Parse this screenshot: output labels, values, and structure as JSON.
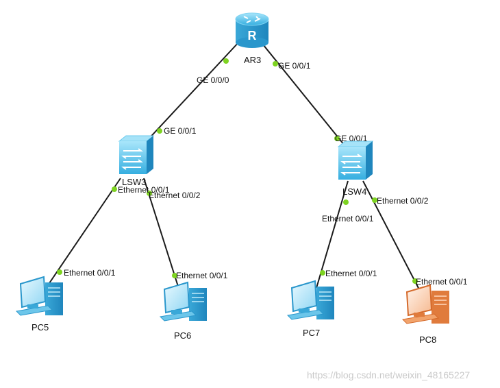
{
  "devices": {
    "ar3": {
      "label": "AR3",
      "kind": "router"
    },
    "lsw3": {
      "label": "LSW3",
      "kind": "switch"
    },
    "lsw4": {
      "label": "LSW4",
      "kind": "switch"
    },
    "pc5": {
      "label": "PC5",
      "kind": "pc"
    },
    "pc6": {
      "label": "PC6",
      "kind": "pc"
    },
    "pc7": {
      "label": "PC7",
      "kind": "pc"
    },
    "pc8": {
      "label": "PC8",
      "kind": "pc",
      "state": "highlighted"
    }
  },
  "links": [
    {
      "a": "ar3",
      "b": "lsw3",
      "a_port": "GE 0/0/0",
      "b_port": "GE 0/0/1"
    },
    {
      "a": "ar3",
      "b": "lsw4",
      "a_port": "GE 0/0/1",
      "b_port": "GE 0/0/1"
    },
    {
      "a": "lsw3",
      "b": "pc5",
      "a_port": "Ethernet 0/0/1",
      "b_port": "Ethernet 0/0/1"
    },
    {
      "a": "lsw3",
      "b": "pc6",
      "a_port": "Ethernet 0/0/2",
      "b_port": "Ethernet 0/0/1"
    },
    {
      "a": "lsw4",
      "b": "pc7",
      "a_port": "Ethernet 0/0/1",
      "b_port": "Ethernet 0/0/1"
    },
    {
      "a": "lsw4",
      "b": "pc8",
      "a_port": "Ethernet 0/0/2",
      "b_port": "Ethernet 0/0/1"
    }
  ],
  "watermark": "https://blog.csdn.net/weixin_48165227",
  "colors": {
    "device_blue": "#5fc8ef",
    "pc_highlight": "#f2a36b",
    "port_dot": "#7ed321",
    "link": "#1a1a1a"
  }
}
